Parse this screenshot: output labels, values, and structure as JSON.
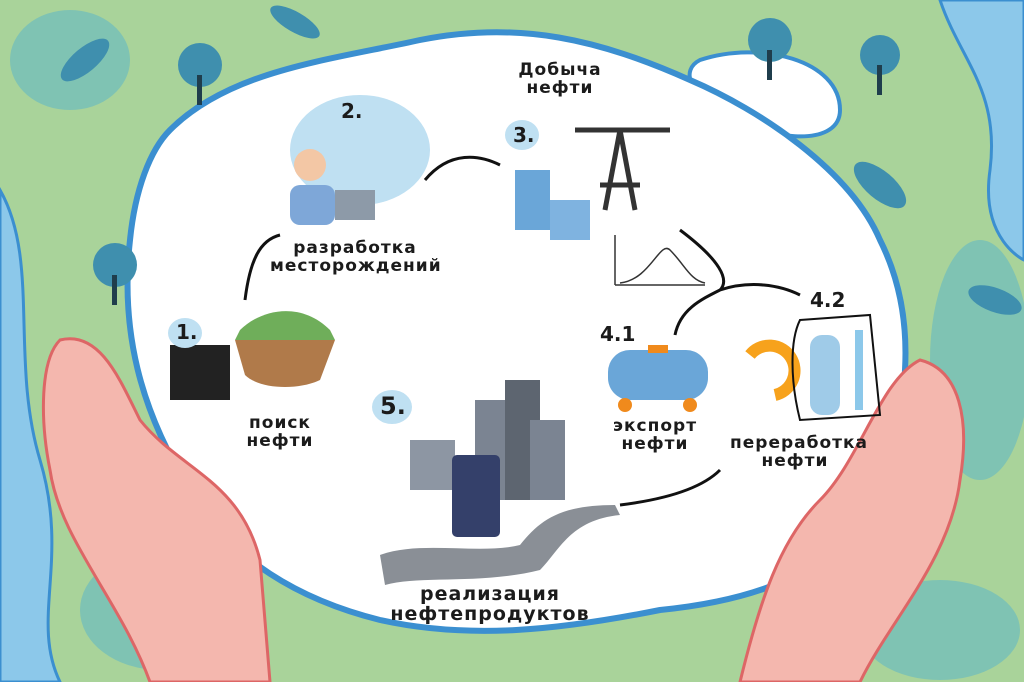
{
  "title": "Добыча нефти",
  "steps": {
    "search": {
      "number": "1.",
      "label_line1": "поиск",
      "label_line2": "нефти"
    },
    "development": {
      "number": "2.",
      "label_line1": "разработка",
      "label_line2": "месторождений"
    },
    "extraction": {
      "number": "3.",
      "label_line1": "Добыча",
      "label_line2": "нефти"
    },
    "export": {
      "number": "4.1",
      "label_line1": "экспорт",
      "label_line2": "нефти"
    },
    "refining": {
      "number": "4.2",
      "label_line1": "переработка",
      "label_line2": "нефти"
    },
    "sales": {
      "number": "5.",
      "label_line1": "реализация",
      "label_line2": "нефтепродуктов"
    }
  },
  "colors": {
    "land": "#a9d39a",
    "water": "#8cc8ea",
    "river_edge": "#3b8fd0",
    "hand": "#f4b7ae",
    "tree": "#3f8fae"
  }
}
